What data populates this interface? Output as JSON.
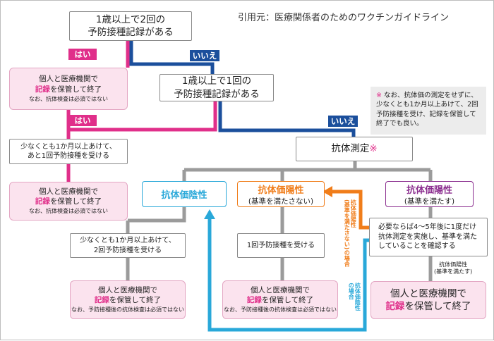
{
  "source": "引用元：医療関係者のためのワクチンガイドライン",
  "q1": [
    "1歳以上で2回の",
    "予防接種記録がある"
  ],
  "q2": [
    "1歳以上で1回の",
    "予防接種記録がある"
  ],
  "yes": "はい",
  "no": "いいえ",
  "keep": [
    "個人と医療機関で",
    "記録",
    "を保管して終了"
  ],
  "note_not_required": "なお、抗体検査は必須ではない",
  "note_post_test": "なお、予防接種後の抗体検査は必須ではない",
  "side_note": {
    "mark": "※",
    "0": " なお、抗体価の測定をせずに、",
    "1": "少なくとも1か月以上あけて、2回",
    "2": "予防接種を受け、記録を保管して",
    "3": "終了でも良い。"
  },
  "step_one_more": [
    "少なくとも1か月以上あけて、",
    "あと1回予防接種を受ける"
  ],
  "antibody_test": {
    "label": "抗体測定",
    "mark": "※"
  },
  "negative": {
    "title": "抗体価陰性"
  },
  "positive_low": {
    "title": "抗体価陽性",
    "sub": "(基準を満たさない)"
  },
  "positive_ok": {
    "title": "抗体価陽性",
    "sub": "(基準を満たす)"
  },
  "arrow_orange": [
    "抗体価陽性",
    "(基準を満たさない)の場合"
  ],
  "arrow_cyan": [
    "抗体価陰性",
    "の場合"
  ],
  "recheck": [
    "必要ならば4〜5年後に1度だけ",
    "抗体測定を実施し、基準を満た",
    "していることを確認する"
  ],
  "step_two_more": [
    "少なくとも1か月以上あけて、",
    "2回予防接種を受ける"
  ],
  "step_one": "1回予防接種を受ける",
  "small_label": [
    "抗体価陽性",
    "(基準を満たす)"
  ],
  "colors": {
    "yes": "#e02f8a",
    "no": "#1b4f9c",
    "negative": "#29a8d9",
    "positive_low": "#f07d1a",
    "positive_ok": "#8b2e8f",
    "record_bg": "#fbe3ee"
  }
}
